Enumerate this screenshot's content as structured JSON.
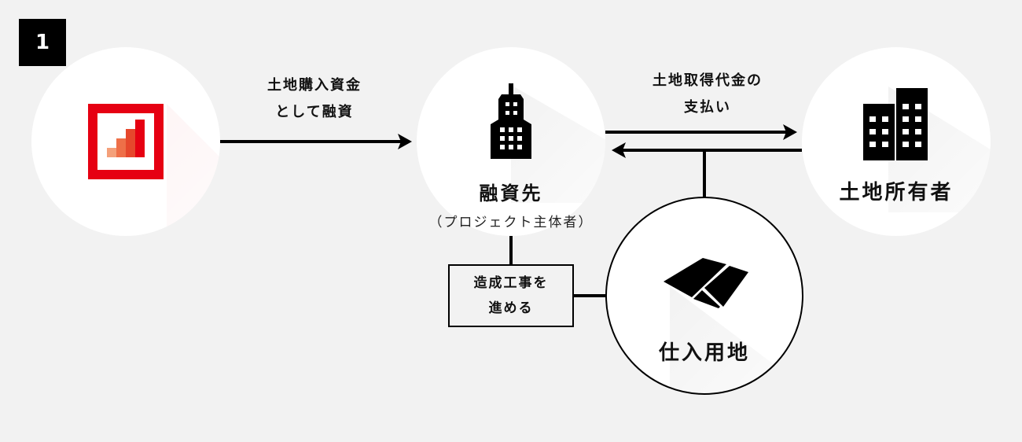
{
  "step": {
    "number": "1"
  },
  "nodes": {
    "lender": {
      "icon": "bank-logo-icon",
      "brand_color": "#e60012",
      "bar_colors": [
        "#f4a07a",
        "#ee6f48",
        "#e6472c",
        "#e60012"
      ]
    },
    "borrower": {
      "icon": "tower-building-icon",
      "title": "融資先",
      "subtitle": "（プロジェクト主体者）"
    },
    "landowner": {
      "icon": "buildings-icon",
      "title": "土地所有者"
    },
    "land": {
      "icon": "land-parcel-icon",
      "title": "仕入用地"
    }
  },
  "edges": {
    "loan": {
      "line1": "土地購入資金",
      "line2": "として融資"
    },
    "payment": {
      "line1": "土地取得代金の",
      "line2": "支払い"
    }
  },
  "task": {
    "line1": "造成工事を",
    "line2": "進める"
  }
}
